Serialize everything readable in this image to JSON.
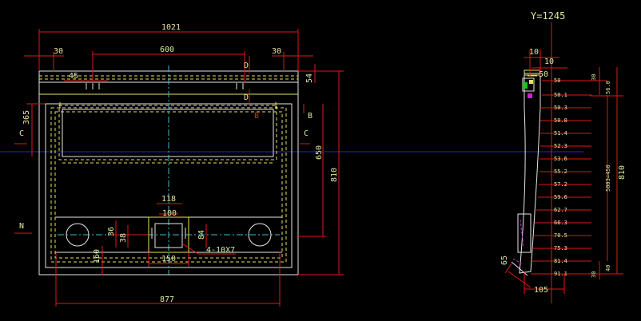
{
  "front": {
    "dims": {
      "overall_width": "1021",
      "left_margin": "30",
      "right_margin": "30",
      "top_span": "600",
      "small_top": "45",
      "side_small": "54",
      "left_h": "365",
      "right_h1": "650",
      "right_h2": "810",
      "bottom_width": "877",
      "w118": "118",
      "w100": "100",
      "w150": "150",
      "h36": "36",
      "h38": "38",
      "h84": "84",
      "h160": "160",
      "holes_note": "4-10X7"
    },
    "section_marks": {
      "c": "C",
      "b": "B",
      "d": "D",
      "n": "N"
    }
  },
  "side": {
    "title": "Y=1245",
    "dims": {
      "d10a": "10",
      "d10b": "10",
      "d50": "50",
      "d65": "65",
      "d105": "105",
      "d810": "810",
      "d30a": "30",
      "d30b": "30",
      "d56": "56.0",
      "d40": "40",
      "dmid": "5003=450"
    },
    "offsets": [
      "50",
      "50.1",
      "50.3",
      "50.8",
      "51.4",
      "52.3",
      "53.6",
      "55.2",
      "57.2",
      "59.6",
      "62.7",
      "66.3",
      "70.5",
      "75.3",
      "81.4",
      "91.1"
    ]
  }
}
